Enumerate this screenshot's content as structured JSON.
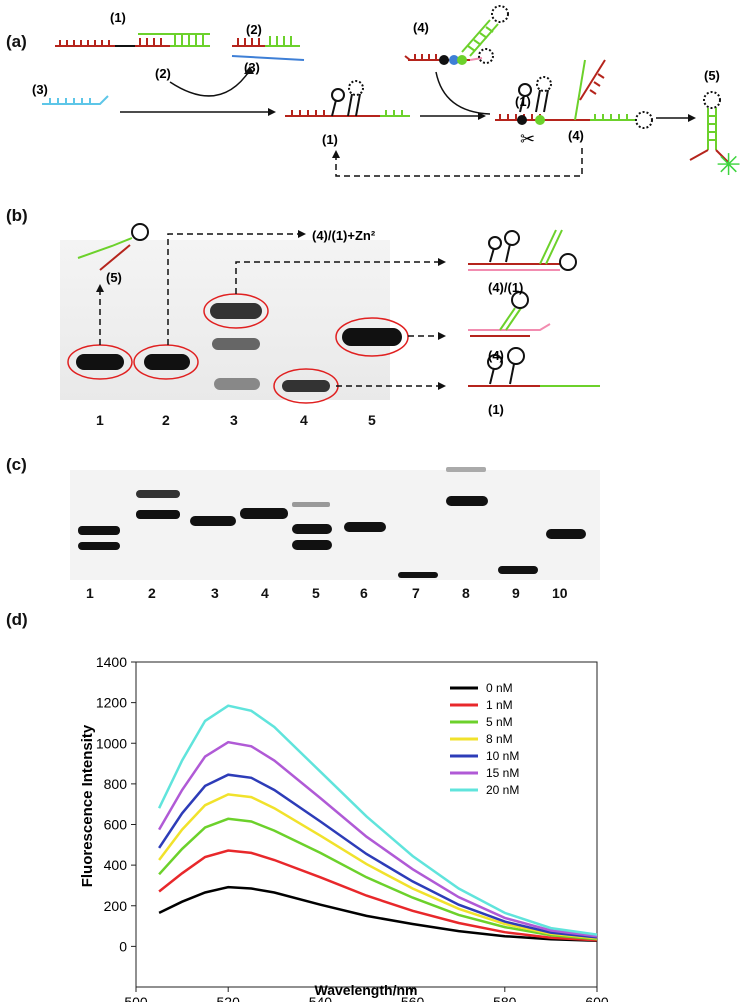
{
  "panel_labels": {
    "a": "(a)",
    "b": "(b)",
    "c": "(c)",
    "d": "(d)"
  },
  "panel_a": {
    "labels": {
      "s1": "(1)",
      "s2": "(2)",
      "s3": "(3)",
      "s4": "(4)",
      "s5": "(5)"
    }
  },
  "panel_b": {
    "top_label": "(4)/(1)+Zn²",
    "product_labels": {
      "p5": "(5)",
      "p41": "(4)/(1)",
      "p4": "(4)",
      "p1": "(1)"
    },
    "lanes": [
      "1",
      "2",
      "3",
      "4",
      "5"
    ]
  },
  "panel_c": {
    "lanes": [
      "1",
      "2",
      "3",
      "4",
      "5",
      "6",
      "7",
      "8",
      "9",
      "10"
    ]
  },
  "chart_data": {
    "type": "line",
    "title": "",
    "xlabel": "Wavelength/nm",
    "ylabel": "Fluorescence Intensity",
    "xlim": [
      500,
      600
    ],
    "ylim": [
      -200,
      1400
    ],
    "xticks": [
      500,
      520,
      540,
      560,
      580,
      600
    ],
    "yticks": [
      0,
      200,
      400,
      600,
      800,
      1000,
      1200,
      1400
    ],
    "legend_position": "top-right",
    "x": [
      505,
      510,
      515,
      520,
      525,
      530,
      540,
      550,
      560,
      570,
      580,
      590,
      600
    ],
    "series": [
      {
        "name": "0 nM",
        "color": "#000000",
        "values": [
          165,
          220,
          265,
          292,
          285,
          265,
          205,
          150,
          110,
          75,
          50,
          35,
          28
        ]
      },
      {
        "name": "1 nM",
        "color": "#e8282b",
        "values": [
          270,
          360,
          440,
          472,
          460,
          425,
          340,
          250,
          175,
          115,
          70,
          42,
          30
        ]
      },
      {
        "name": "5 nM",
        "color": "#6cd12b",
        "values": [
          355,
          480,
          585,
          628,
          615,
          570,
          460,
          340,
          240,
          155,
          95,
          55,
          36
        ]
      },
      {
        "name": "8 nM",
        "color": "#f1e22b",
        "values": [
          425,
          575,
          695,
          748,
          735,
          680,
          545,
          405,
          285,
          185,
          110,
          62,
          40
        ]
      },
      {
        "name": "10 nM",
        "color": "#2d3cb8",
        "values": [
          485,
          655,
          790,
          845,
          830,
          770,
          615,
          455,
          320,
          205,
          122,
          68,
          44
        ]
      },
      {
        "name": "15 nM",
        "color": "#b05ad6",
        "values": [
          575,
          770,
          935,
          1005,
          985,
          915,
          730,
          540,
          380,
          242,
          140,
          78,
          50
        ]
      },
      {
        "name": "20 nM",
        "color": "#60e4dc",
        "values": [
          680,
          915,
          1110,
          1185,
          1160,
          1080,
          860,
          640,
          445,
          285,
          165,
          90,
          58
        ]
      }
    ]
  }
}
